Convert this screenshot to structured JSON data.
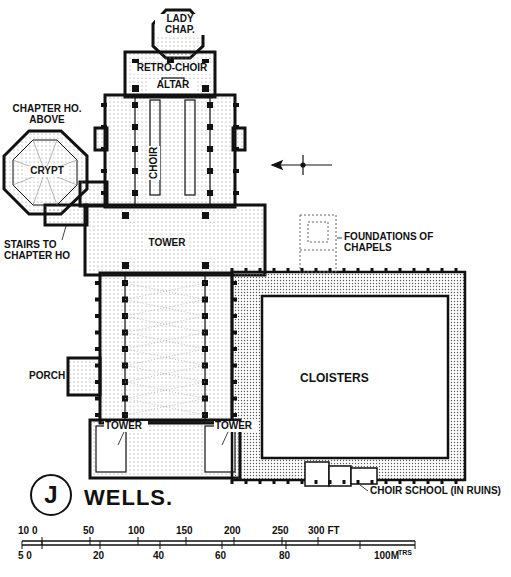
{
  "diagram": {
    "title": "WELLS.",
    "nodes": [
      {
        "text": [
          "J"
        ]
      }
    ],
    "labels": [
      "LADY CHAP.",
      "RETRO-CHOIR",
      "ALTAR",
      "CHOIR",
      "CHAPTER HO. ABOVE",
      "CRYPT",
      "STAIRS TO CHAPTER HO",
      "TOWER",
      "FOUNDATIONS OF CHAPELS",
      "PORCH",
      "CLOISTERS",
      "TOWER",
      "TOWER",
      "CHOIR SCHOOL (IN RUINS)",
      "10 0",
      "50",
      "100",
      "150",
      "200",
      "250",
      "300 FT",
      "5 0",
      "20",
      "40",
      "60",
      "80",
      "100M",
      "TRS"
    ]
  }
}
